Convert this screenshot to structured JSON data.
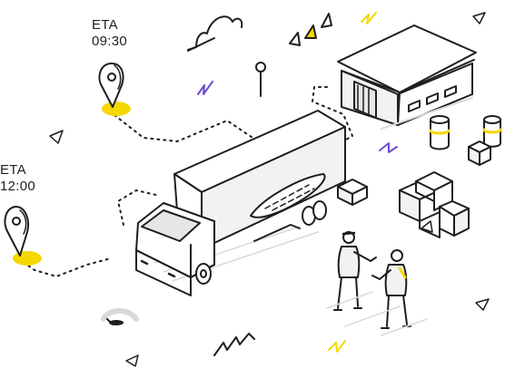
{
  "labels": {
    "eta_1": {
      "heading": "ETA",
      "time": "09:30"
    },
    "eta_2": {
      "heading": "ETA",
      "time": "12:00"
    }
  },
  "palette": {
    "ink": "#1e1e1e",
    "accent": "#f5d800",
    "accent_purple": "#6b4bd1",
    "fill_light": "#f2f2f2",
    "fill_mid": "#e6e6e6",
    "hatch": "#d9d9d9"
  },
  "icons": [
    "map-pin-icon",
    "truck-icon",
    "warehouse-icon",
    "box-icon",
    "barrel-icon",
    "cloud-icon",
    "pin-marker-icon"
  ]
}
